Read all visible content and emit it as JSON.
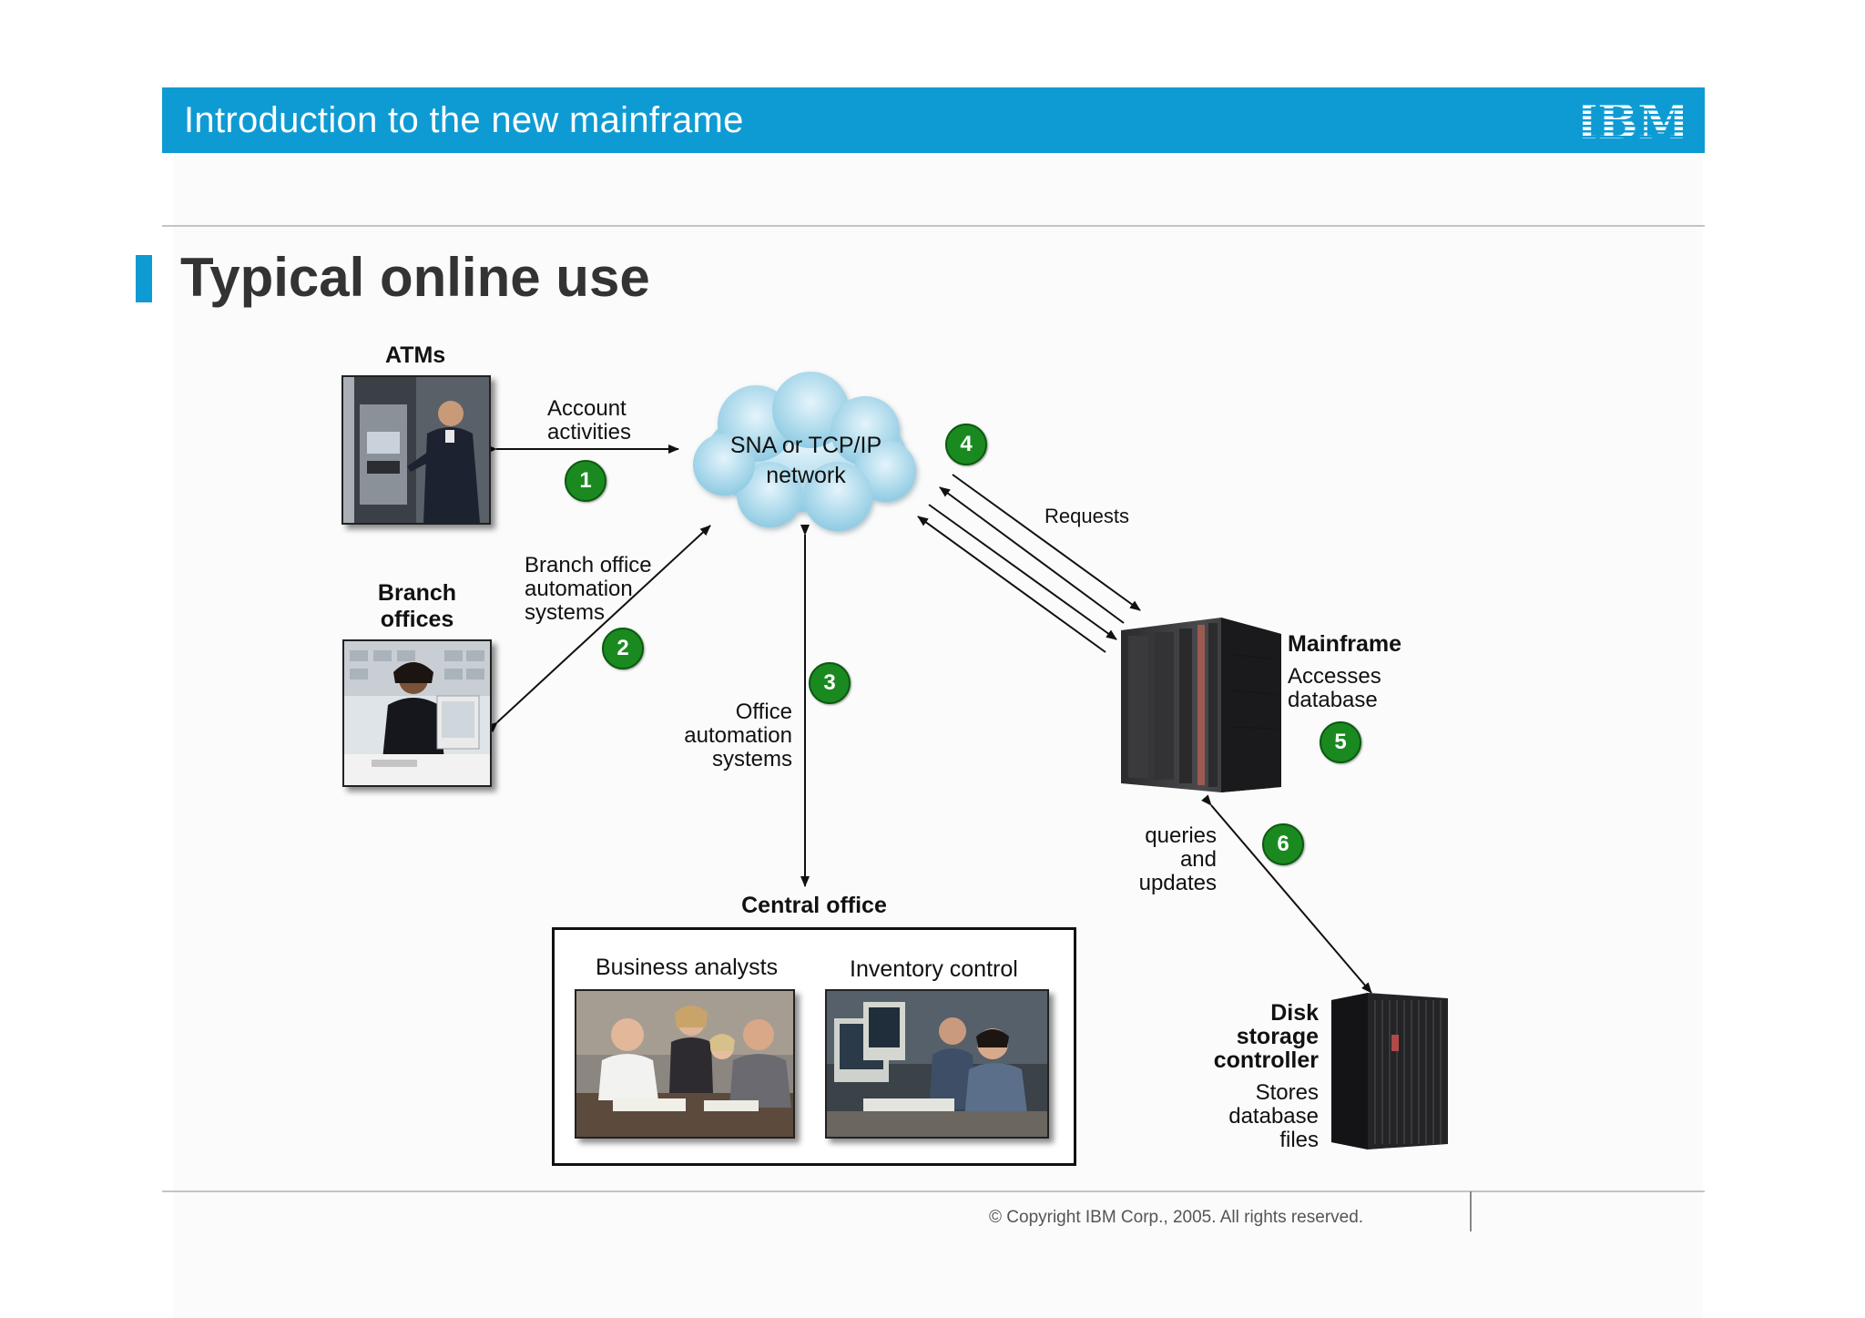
{
  "header": {
    "title": "Introduction to the new mainframe",
    "logo_text": "IBM"
  },
  "slide_title": "Typical online use",
  "network": {
    "line1": "SNA or TCP/IP",
    "line2": "network"
  },
  "atms": {
    "label": "ATMs",
    "link_line1": "Account",
    "link_line2": "activities"
  },
  "branch": {
    "label_line1": "Branch",
    "label_line2": "offices",
    "link_line1": "Branch office",
    "link_line2": "automation",
    "link_line3": "systems"
  },
  "office_link": {
    "line1": "Office",
    "line2": "automation",
    "line3": "systems"
  },
  "requests_label": "Requests",
  "mainframe": {
    "label": "Mainframe",
    "desc_line1": "Accesses",
    "desc_line2": "database"
  },
  "queries": {
    "line1": "queries",
    "line2": "and",
    "line3": "updates"
  },
  "central_office": {
    "label": "Central office",
    "business_analysts": "Business analysts",
    "inventory_control": "Inventory control"
  },
  "disk": {
    "label_line1": "Disk",
    "label_line2": "storage",
    "label_line3": "controller",
    "desc_line1": "Stores",
    "desc_line2": "database",
    "desc_line3": "files"
  },
  "steps": [
    "1",
    "2",
    "3",
    "4",
    "5",
    "6"
  ],
  "footer": {
    "copyright": "© Copyright IBM Corp., 2005. All rights reserved."
  },
  "colors": {
    "header_blue": "#0e9bd3",
    "step_green": "#1a8a20",
    "title_gray": "#333333"
  }
}
